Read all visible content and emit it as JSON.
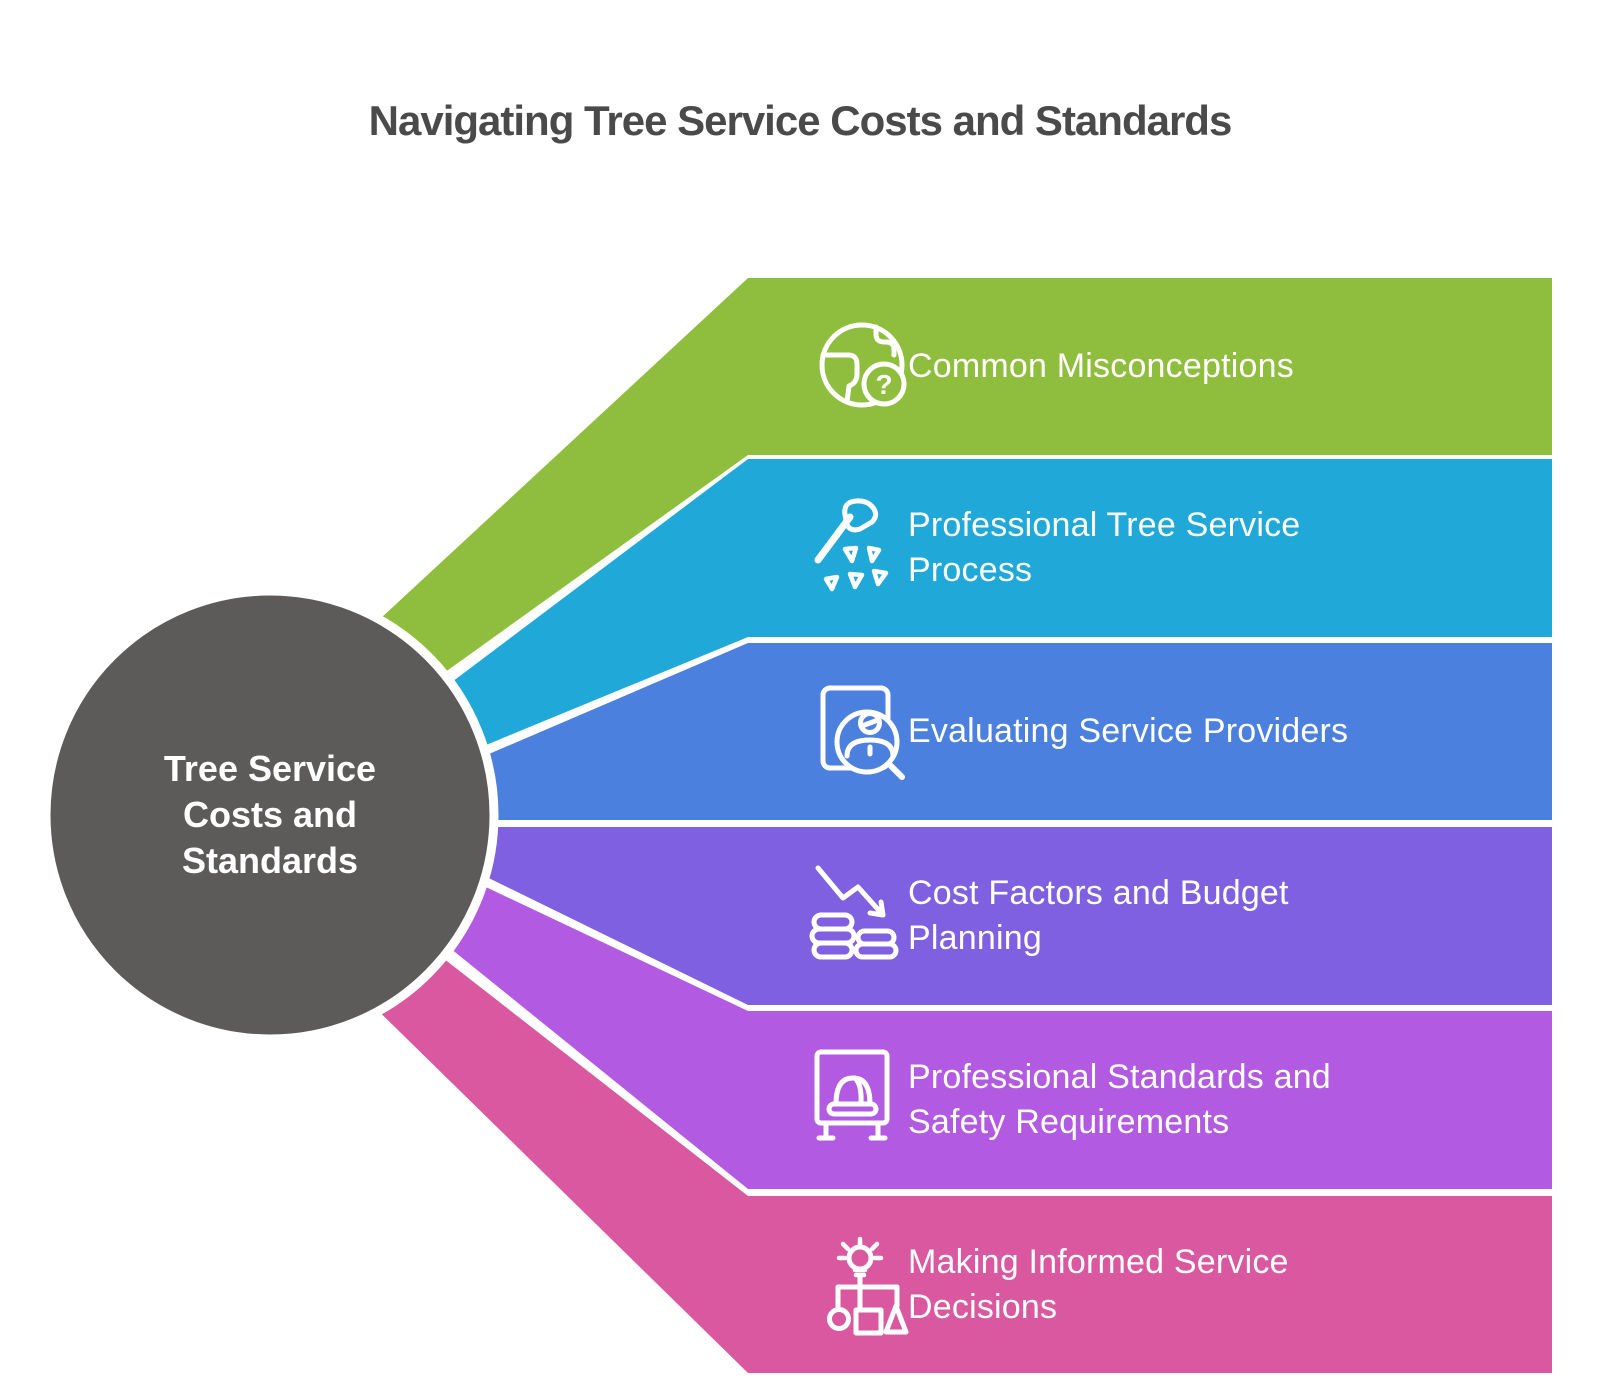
{
  "title": {
    "text": "Navigating Tree Service Costs and Standards",
    "color": "#4a4a4a"
  },
  "hub": {
    "label": "Tree Service\nCosts and\nStandards",
    "fill": "#5d5a5a",
    "text_color": "#ffffff"
  },
  "bands": [
    {
      "label": "Common Misconceptions",
      "color": "#8fbe3e",
      "icon": "globe-question-icon"
    },
    {
      "label": "Professional Tree Service\nProcess",
      "color": "#1fa8d8",
      "icon": "axe-icon"
    },
    {
      "label": "Evaluating Service Providers",
      "color": "#4b80de",
      "icon": "candidate-search-icon"
    },
    {
      "label": "Cost Factors and Budget\nPlanning",
      "color": "#7e60e1",
      "icon": "cost-decline-icon"
    },
    {
      "label": "Professional Standards and\nSafety Requirements",
      "color": "#b25ae2",
      "icon": "safety-helmet-board-icon"
    },
    {
      "label": "Making Informed Service\nDecisions",
      "color": "#d9589f",
      "icon": "decision-tree-icon"
    }
  ],
  "background": "#ffffff",
  "text_color": "#ffffff"
}
